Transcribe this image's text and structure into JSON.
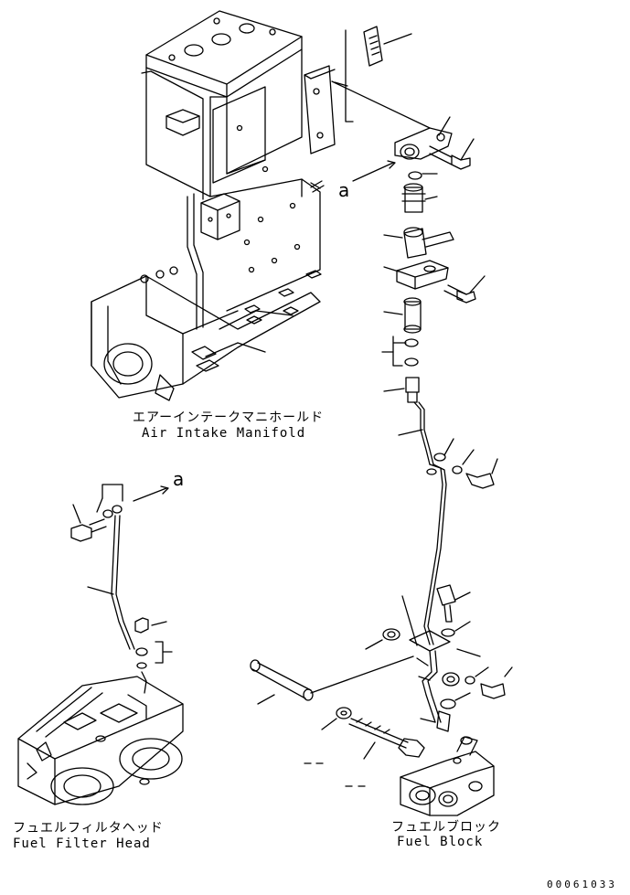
{
  "labels": {
    "air_intake_jp": "エアーインテークマニホールド",
    "air_intake_en": "Air Intake Manifold",
    "filter_head_jp": "フュエルフィルタヘッド",
    "filter_head_en": "Fuel Filter Head",
    "fuel_block_jp": "フュエルブロック",
    "fuel_block_en": "Fuel Block",
    "ref_marker_top": "a",
    "ref_marker_left": "a",
    "drawing_number": "00061033"
  },
  "colors": {
    "line": "#000000",
    "background": "#ffffff"
  }
}
